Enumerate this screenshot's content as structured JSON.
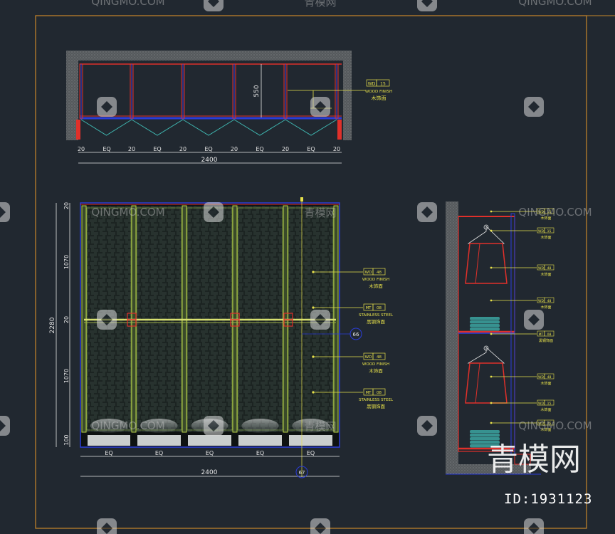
{
  "colors": {
    "background": "#212830",
    "border": "#c8872a",
    "frame_blue": "#2b3dd8",
    "frame_red": "#e0302a",
    "dim_white": "#e6e6e6",
    "callout_yellow": "#e6e04a",
    "mullion_green": "#b8d24a",
    "panel_dark": "#1a2020",
    "accent_red": "#e0302a",
    "teal": "#3fb6b0"
  },
  "plan": {
    "dimension_550": "550",
    "overall": "2400",
    "segments": [
      "20",
      "EQ",
      "20",
      "EQ",
      "20",
      "EQ",
      "20",
      "EQ",
      "20",
      "EQ",
      "20"
    ],
    "callout": {
      "code": "WD",
      "num": "15",
      "en": "WOOD FINISH",
      "cn": "木饰面"
    }
  },
  "elevation": {
    "overall_width": "2400",
    "overall_height": "2280",
    "vertical_dims": [
      "20",
      "1070",
      "20",
      "1070",
      "100"
    ],
    "bottom_segments": [
      "EQ",
      "EQ",
      "EQ",
      "EQ",
      "EQ"
    ],
    "section_marks": [
      "66",
      "67"
    ],
    "callouts": [
      {
        "code": "WD",
        "num": "48",
        "en": "WOOD FINISH",
        "cn": "木饰面"
      },
      {
        "code": "MT",
        "num": "08",
        "en": "STAINLESS STEEL",
        "cn": "黑钢饰面"
      },
      {
        "code": "WD",
        "num": "48",
        "en": "WOOD FINISH",
        "cn": "木饰面"
      },
      {
        "code": "MT",
        "num": "08",
        "en": "STAINLESS STEEL",
        "cn": "黑钢饰面"
      }
    ]
  },
  "section": {
    "callouts": [
      {
        "code": "WD",
        "num": "15",
        "cn": "木饰面"
      },
      {
        "code": "WD",
        "num": "15",
        "cn": "木饰面"
      },
      {
        "code": "WD",
        "num": "48",
        "cn": "木饰面"
      },
      {
        "code": "WD",
        "num": "48",
        "cn": "木饰面"
      },
      {
        "code": "MT",
        "num": "08",
        "cn": "黑钢饰面"
      },
      {
        "code": "WD",
        "num": "48",
        "cn": "木饰面"
      },
      {
        "code": "WD",
        "num": "15",
        "cn": "木饰面"
      },
      {
        "code": "WD",
        "num": "15",
        "cn": "木饰面"
      }
    ]
  },
  "watermarks": {
    "text": "QINGMO.COM",
    "cn": "青模网",
    "logo_cn": "青模网"
  },
  "id_label": "ID:1931123"
}
